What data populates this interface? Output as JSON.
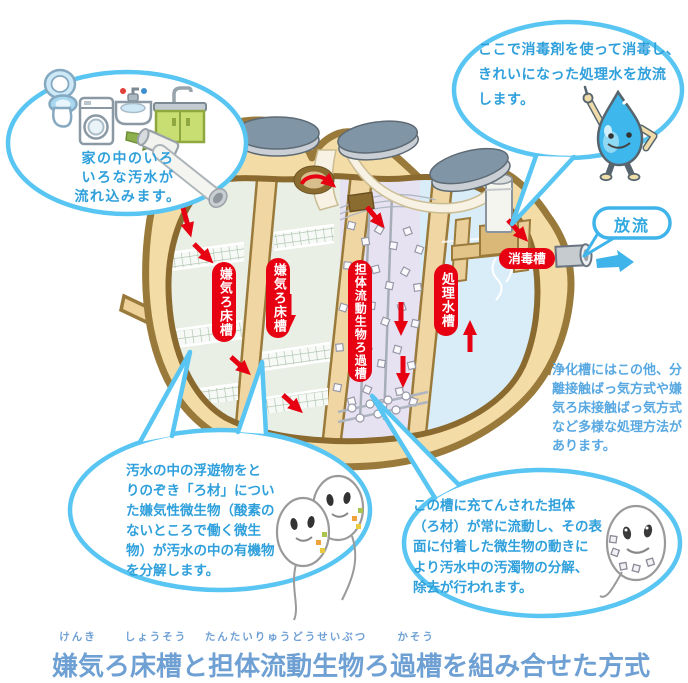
{
  "bubbles": {
    "house": {
      "lines": [
        "家の中のいろ",
        "いろな汚水が",
        "流れ込みます。"
      ]
    },
    "disinfect": {
      "lines": [
        "ここで消毒剤を使って消毒し、",
        "きれいになった処理水を放流",
        "します。"
      ]
    },
    "anaerobic": {
      "lines": [
        "汚水の中の浮遊物をと",
        "りのぞき「ろ材」につい",
        "た嫌気性微生物（酸素の",
        "ないところで働く微生",
        "物）が汚水の中の有機物",
        "を分解します。"
      ]
    },
    "carrier": {
      "lines": [
        "この槽に充てんされた担体",
        "（ろ材）が常に流動し、その表",
        "面に付着した微生物の動きに",
        "より汚水中の汚濁物の分解、",
        "除去が行われます。"
      ]
    }
  },
  "tank": {
    "labels": {
      "anaerobic1": "嫌気ろ床槽",
      "anaerobic2": "嫌気ろ床槽",
      "carrier": "担体流動生物ろ過槽",
      "treated": "処理水槽",
      "disinfection": "消毒槽"
    }
  },
  "discharge": {
    "label": "放流"
  },
  "side_note": {
    "lines": [
      "浄化槽にはこの他、分",
      "離接触ばっ気方式や嫌",
      "気ろ床接触ばっ気方式",
      "など多様な処理方法が",
      "あります。"
    ]
  },
  "title": {
    "full": "嫌気ろ床槽と担体流動生物ろ過槽を組み合せた方式",
    "segments": [
      {
        "base": "嫌気",
        "ruby": "けんき"
      },
      {
        "base": "ろ",
        "ruby": ""
      },
      {
        "base": "床槽",
        "ruby": "しょうそう"
      },
      {
        "base": "と",
        "ruby": ""
      },
      {
        "base": "担体流動生物",
        "ruby": "たんたいりゅうどうせいぶつ"
      },
      {
        "base": "ろ",
        "ruby": ""
      },
      {
        "base": "過槽",
        "ruby": "かそう"
      },
      {
        "base": "を組み合せた方式",
        "ruby": ""
      }
    ]
  },
  "icons": {
    "toilet": "toilet-icon",
    "washing_machine": "washing-machine-icon",
    "sink": "sink-icon",
    "kitchen_sink": "kitchen-sink-icon",
    "inflow_arrow": "inflow-arrow-icon",
    "flow_arrow": "flow-arrow-icon",
    "u_turn_arrow": "u-turn-arrow-icon",
    "discharge_arrow": "discharge-arrow-icon",
    "manhole": "manhole-icon",
    "water_drop_character": "water-drop-character",
    "microbe_character": "microbe-character"
  },
  "colors": {
    "bubble_border_blue": "#58C5F2",
    "bubble_text_blue": "#2FA0DB",
    "note_text_blue": "#58A8E2",
    "title_blue": "#6FA0D4",
    "label_red": "#E60012",
    "tank_tan": "#F4DCA6",
    "tank_outline": "#9A7A3B",
    "manhole_gray": "#8096A6",
    "water_blue": "#D9EDF9",
    "chamber_green": "#E9EFE5",
    "chamber_lavender": "#E6E2F1",
    "inflow_arrow_green": "#8CB04C",
    "discharge_arrow_blue": "#3FB4EA"
  }
}
